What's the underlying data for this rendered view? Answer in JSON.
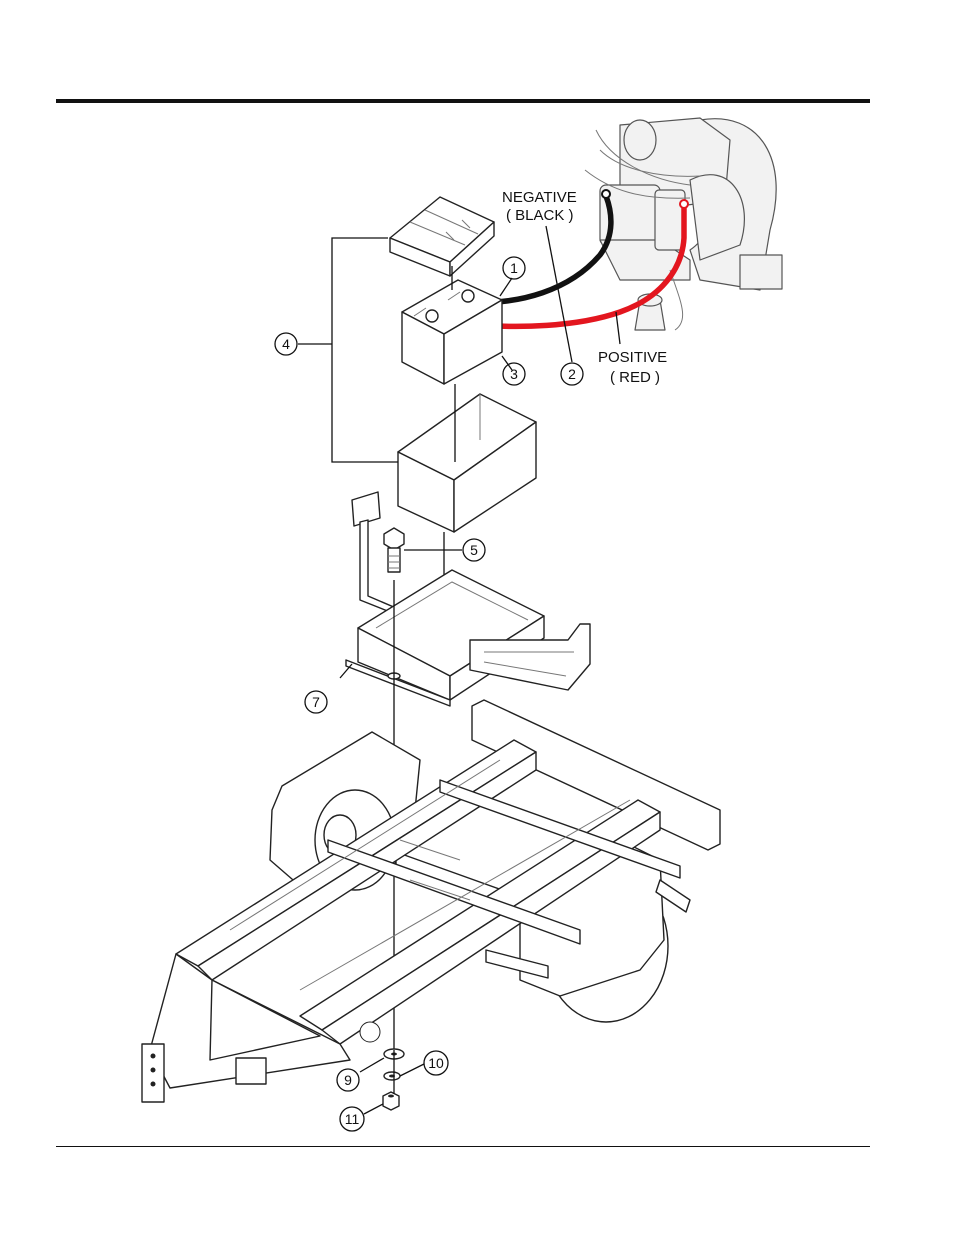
{
  "labels": {
    "negative": "NEGATIVE",
    "negative_color": "( BLACK )",
    "positive": "POSITIVE",
    "positive_color": "( RED )"
  },
  "callouts": {
    "c1": "1",
    "c2": "2",
    "c3": "3",
    "c4": "4",
    "c5": "5",
    "c7": "7",
    "c9": "9",
    "c10": "10",
    "c11": "11"
  },
  "colors": {
    "negative_cable": "#111111",
    "positive_cable": "#e3161f",
    "rule": "#111111"
  }
}
